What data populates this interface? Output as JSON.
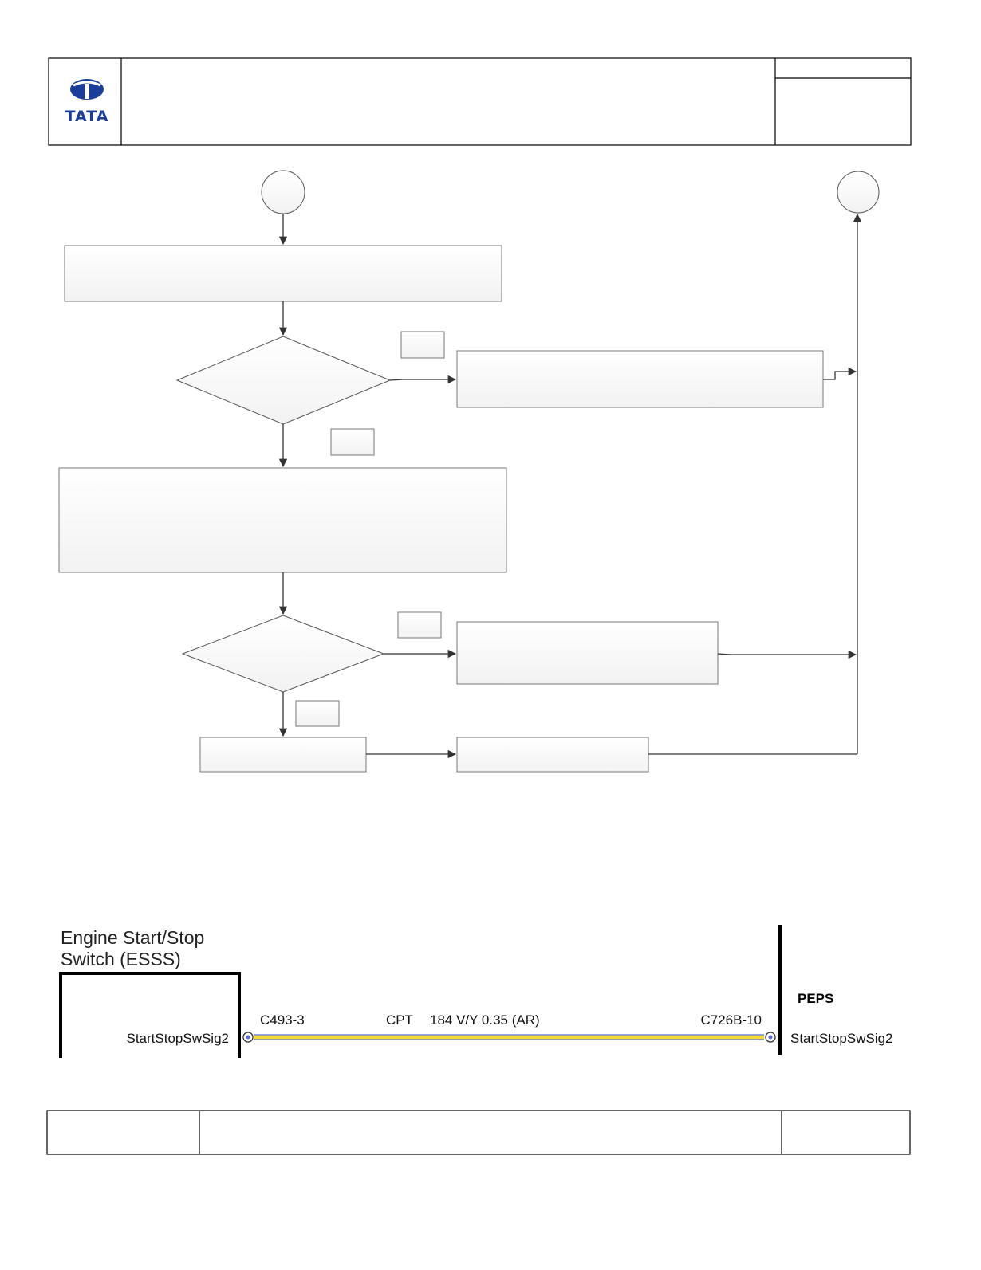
{
  "header": {
    "logo_text": "TATA",
    "brand_color": "#1a3d9a"
  },
  "wiring": {
    "left_component": {
      "title_line1": "Engine Start/Stop",
      "title_line2": "Switch (ESSS)",
      "pin_signal": "StartStopSwSig2"
    },
    "right_component": {
      "title": "PEPS",
      "pin_signal": "StartStopSwSig2"
    },
    "left_connector": "C493-3",
    "circuit_type": "CPT",
    "wire_spec": "184 V/Y 0.35 (AR)",
    "right_connector": "C726B-10",
    "wire_colors": {
      "primary": "#f2dc3c",
      "tracer": "#5b6fd6"
    }
  }
}
